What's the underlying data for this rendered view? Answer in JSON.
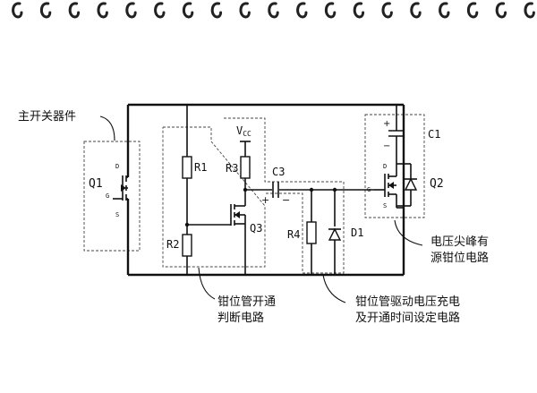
{
  "labels": {
    "q1": "Q1",
    "q2": "Q2",
    "q3": "Q3",
    "r1": "R1",
    "r2": "R2",
    "r3": "R3",
    "r4": "R4",
    "c1": "C1",
    "c3": "C3",
    "d1": "D1",
    "vcc_main": "V",
    "vcc_sub": "CC",
    "pin_d": "D",
    "pin_g": "G",
    "pin_s": "S",
    "plus": "+",
    "minus": "−"
  },
  "annotations": {
    "main_switch": "主开关器件",
    "spike_line1": "电压尖峰有",
    "spike_line2": "源钳位电路",
    "judge_line1": "钳位管开通",
    "judge_line2": "判断电路",
    "charge_line1": "钳位管驱动电压充电",
    "charge_line2": "及开通时间设定电路"
  },
  "colors": {
    "wire": "#111111",
    "dashed_box": "#444444",
    "binding_ring": "#222222"
  },
  "decor": {
    "binding_ring_icon": "spiral-binding-icon"
  }
}
